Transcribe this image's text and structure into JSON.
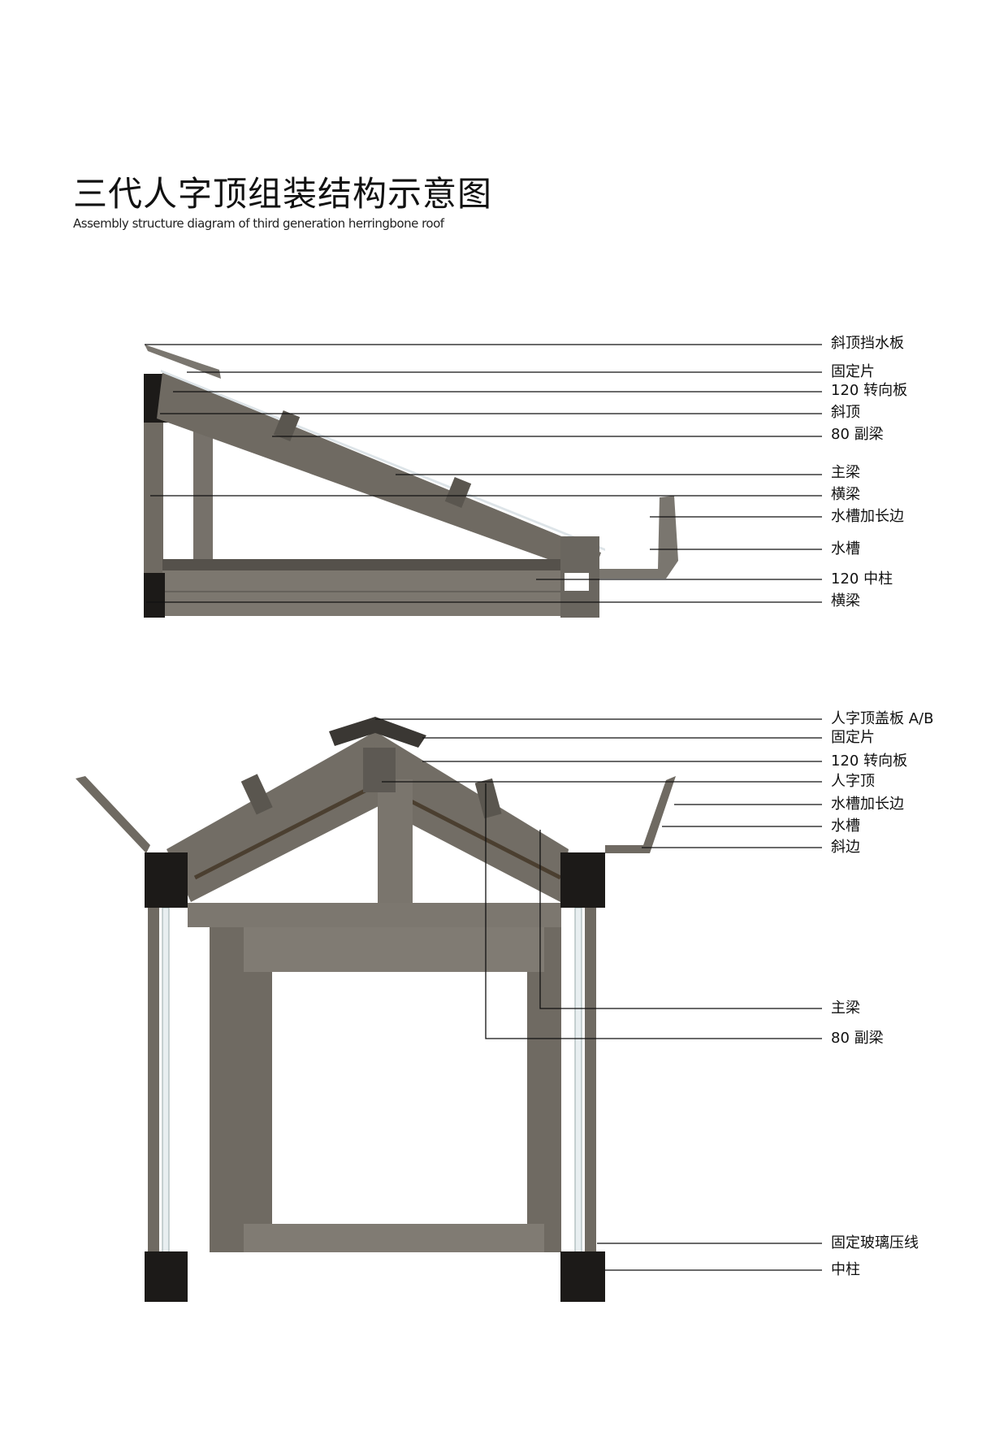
{
  "title": "三代人字顶组装结构示意图",
  "subtitle": "Assembly structure diagram of third generation herringbone roof",
  "diagram1": {
    "labels": [
      "斜顶挡水板",
      "固定片",
      "120 转向板",
      "斜顶",
      "80 副梁",
      "主梁",
      "横梁",
      "水槽加长边",
      "水槽",
      "120 中柱",
      "横梁"
    ]
  },
  "diagram2": {
    "labels": [
      "人字顶盖板 A/B",
      "固定片",
      "120 转向板",
      "人字顶",
      "水槽加长边",
      "水槽",
      "斜边",
      "主梁",
      "80 副梁",
      "固定玻璃压线",
      "中柱"
    ]
  },
  "colors": {
    "profile": "#6f6a62",
    "profile_dark": "#1c1a18",
    "profile_light": "#8a857c"
  }
}
